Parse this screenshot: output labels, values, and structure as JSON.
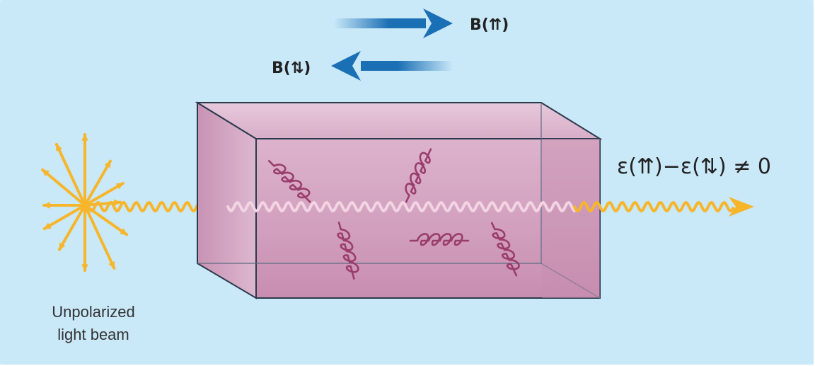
{
  "labels": {
    "b_parallel": "B(⇈)",
    "b_antiparallel": "B(⇅)",
    "dichroism": "ε(⇈)−ε(⇅) ≠ 0",
    "beam_line1": "Unpolarized",
    "beam_line2": "light beam"
  },
  "colors": {
    "background": "#c9e8f8",
    "arrow_blue": "#1a6fb5",
    "light_orange": "#f7b52b",
    "crystal_face": "#d9a9c4",
    "crystal_edge": "#2c3a4d",
    "molecule": "#9a3d6b",
    "wave_inside": "#f2d4e2"
  }
}
